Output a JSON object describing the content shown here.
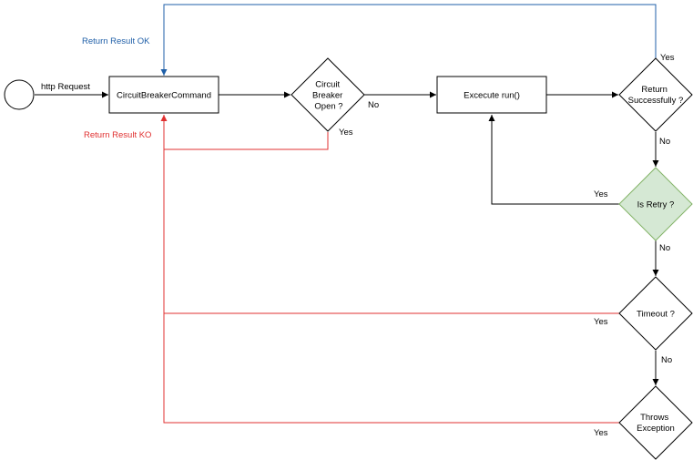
{
  "diagram": {
    "type": "flowchart",
    "colors": {
      "ok": "#1f5fa8",
      "ko": "#e03030",
      "retry_fill": "#d5e8d4",
      "retry_stroke": "#82b366"
    },
    "nodes": {
      "start": {
        "label": ""
      },
      "command": {
        "label": "CircuitBreakerCommand"
      },
      "breaker_open": {
        "lines": [
          "Circuit",
          "Breaker",
          "Open ?"
        ]
      },
      "execute": {
        "label": "Excecute run()"
      },
      "return_success": {
        "lines": [
          "Return",
          "Successfully ?"
        ]
      },
      "is_retry": {
        "label": "Is Retry ?"
      },
      "timeout": {
        "label": "Timeout ?"
      },
      "throws": {
        "lines": [
          "Throws",
          "Exception"
        ]
      }
    },
    "edge_labels": {
      "http_request": "http Request",
      "return_ok": "Return Result OK",
      "return_ko": "Return Result KO",
      "open_no": "No",
      "open_yes": "Yes",
      "success_yes": "Yes",
      "success_no": "No",
      "retry_yes": "Yes",
      "retry_no": "No",
      "timeout_yes": "Yes",
      "timeout_no": "No",
      "throws_yes": "Yes"
    }
  }
}
